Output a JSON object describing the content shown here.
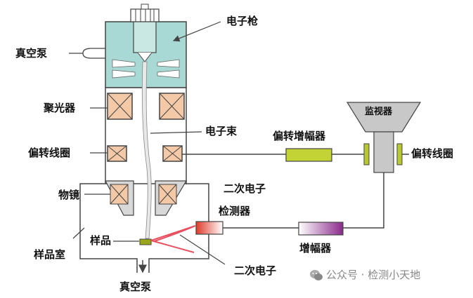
{
  "labels": {
    "electron_gun": "电子枪",
    "vacuum_pump_top": "真空泵",
    "condenser": "聚光器",
    "electron_beam": "电子束",
    "deflection_coil_left": "偏转线圈",
    "deflection_amplifier": "偏转增幅器",
    "monitor": "监视器",
    "deflection_coil_right": "偏转线圈",
    "objective_lens": "物镜",
    "secondary_detector_line1": "二次电子",
    "secondary_detector_line2": "检测器",
    "sample": "样品",
    "sample_chamber": "样品室",
    "amplifier": "增幅器",
    "secondary_electron": "二次电子",
    "vacuum_pump_bottom": "真空泵"
  },
  "watermark": {
    "text": "公众号 · 检测小天地",
    "icon": "wechat-icon"
  },
  "colors": {
    "gun_chamber": "#a9d9d4",
    "coil_fill": "#f4c9a7",
    "deflection_amp": "#c3d234",
    "monitor_body": "#c8c8c8",
    "monitor_coil": "#b8c92f",
    "detector_red": "#e03a2a",
    "amplifier_purple": "#8a2a8a",
    "sample_block": "#9aa61c",
    "secondary_path": "#e85060"
  }
}
